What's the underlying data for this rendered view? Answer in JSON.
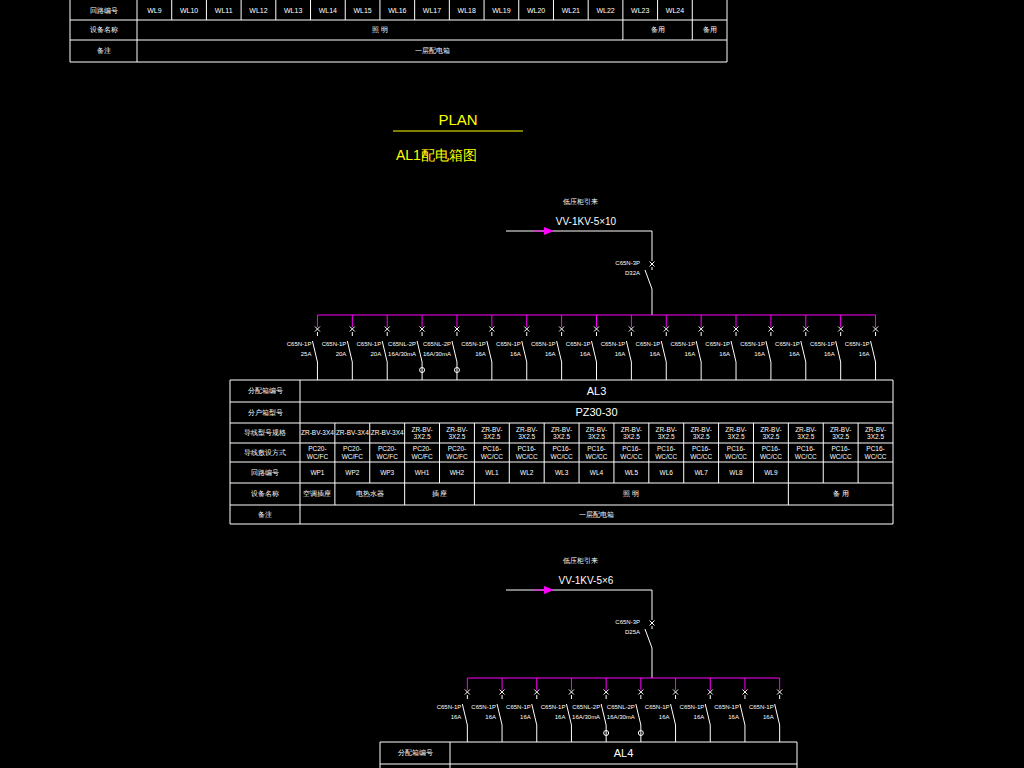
{
  "diagram": {
    "title": "AL1配电箱图",
    "labels": [
      "回路编号",
      "WL9",
      "WL10",
      "WL11",
      "WL12",
      "WL13",
      "WL14",
      "WL15",
      "WL16",
      "WL17",
      "WL18",
      "WL19",
      "WL20",
      "WL21",
      "WL22",
      "WL23",
      "WL24",
      "设备名称",
      "照 明",
      "备用",
      "备用",
      "备注",
      "一层配电箱",
      "PLAN",
      "低压柜引来",
      "VV-1KV-5×10",
      "C65N-3P",
      "D32A",
      "C65N-1P",
      "25A",
      "C65N-1P",
      "20A",
      "C65N-1P",
      "20A",
      "C65NL-2P",
      "16A/30mA",
      "C65NL-2P",
      "16A/30mA",
      "C65N-1P",
      "16A",
      "C65N-1P",
      "16A",
      "C65N-1P",
      "16A",
      "C65N-1P",
      "16A",
      "C65N-1P",
      "16A",
      "C65N-1P",
      "16A",
      "C65N-1P",
      "16A",
      "C65N-1P",
      "16A",
      "C65N-1P",
      "16A",
      "C65N-1P",
      "16A",
      "C65N-1P",
      "16A",
      "C65N-1P",
      "16A",
      "分配箱编号",
      "AL3",
      "分户箱型号",
      "PZ30-30",
      "导线型号规格",
      "ZR-BV-3X4",
      "ZR-BV-3X4",
      "ZR-BV-3X4",
      "ZR-BV-3X2.5",
      "ZR-BV-3X2.5",
      "ZR-BV-3X2.5",
      "ZR-BV-3X2.5",
      "ZR-BV-3X2.5",
      "ZR-BV-3X2.5",
      "ZR-BV-3X2.5",
      "ZR-BV-3X2.5",
      "ZR-BV-3X2.5",
      "ZR-BV-3X2.5",
      "ZR-BV-3X2.5",
      "ZR-BV-3X2.5",
      "ZR-BV-3X2.5",
      "ZR-BV-3X2.5",
      "导线敷设方式",
      "PC20-WC/FC",
      "PC20-WC/FC",
      "PC20-WC/FC",
      "PC20-WC/FC",
      "PC20-WC/FC",
      "PC16-WC/CC",
      "PC16-WC/CC",
      "PC16-WC/CC",
      "PC16-WC/CC",
      "PC16-WC/CC",
      "PC16-WC/CC",
      "PC16-WC/CC",
      "PC16-WC/CC",
      "PC16-WC/CC",
      "PC16-WC/CC",
      "PC16-WC/CC",
      "PC16-WC/CC",
      "回路编号",
      "WP1",
      "WP2",
      "WP3",
      "WH1",
      "WH2",
      "WL1",
      "WL2",
      "WL3",
      "WL4",
      "WL5",
      "WL6",
      "WL7",
      "WL8",
      "WL9",
      "设备名称",
      "空调插座",
      "电热水器",
      "插 座",
      "照 明",
      "备 用",
      "备注",
      "一层配电箱",
      "低压柜引来",
      "VV-1KV-5×6",
      "C65N-3P",
      "D25A",
      "C65N-1P",
      "16A",
      "C65N-1P",
      "16A",
      "C65N-1P",
      "16A",
      "C65N-1P",
      "16A",
      "C65NL-2P",
      "16A/30mA",
      "C65NL-2P",
      "16A/30mA",
      "C65N-1P",
      "16A",
      "C65N-1P",
      "16A",
      "C65N-1P",
      "16A",
      "C65N-1P",
      "16A",
      "分配箱编号",
      "AL4"
    ]
  }
}
